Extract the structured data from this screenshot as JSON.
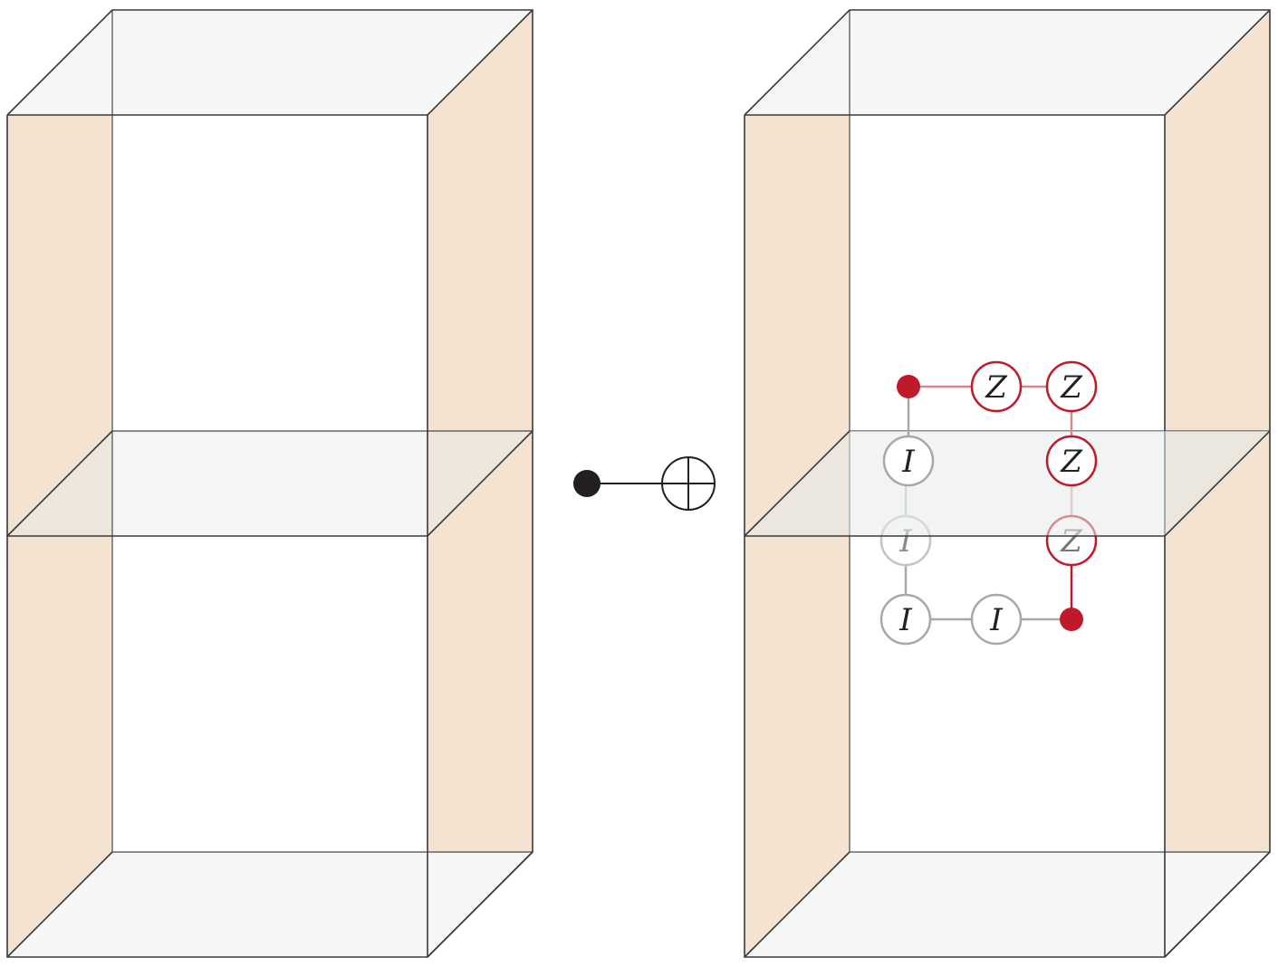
{
  "colors": {
    "side_face": "#f3e3d0",
    "cap_face": "#f6f6f6",
    "mid_plane": "#e6ebe9",
    "edge": "#3a3a3a",
    "red": "#c0192b",
    "gray": "#a8a8a8",
    "black": "#231f20"
  },
  "gate": {
    "control_icon": "filled-dot",
    "target_icon": "circle-plus"
  },
  "operators": {
    "z_label": "Z",
    "i_label": "I",
    "top_row": [
      "Z",
      "Z"
    ],
    "right_column": [
      "Z",
      "Z"
    ],
    "left_column": [
      "I",
      "I",
      "I"
    ],
    "bottom_row": [
      "I"
    ]
  }
}
